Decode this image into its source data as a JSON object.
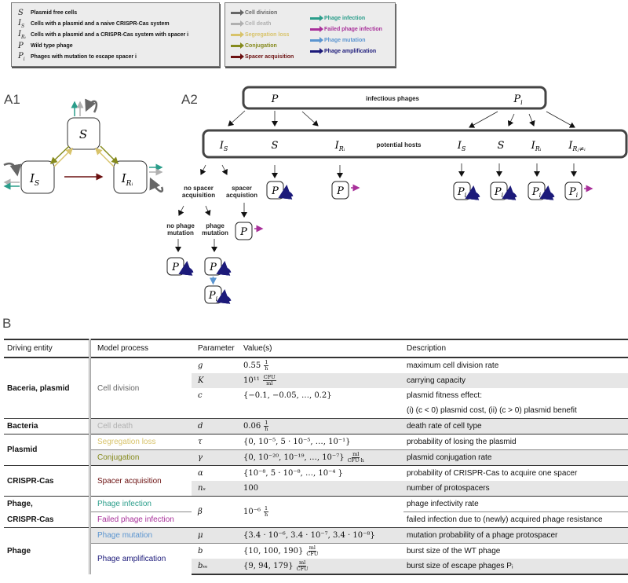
{
  "legend_symbols": [
    {
      "symbol": "S",
      "sub": "",
      "label": "Plasmid free cells"
    },
    {
      "symbol": "I",
      "sub": "S",
      "label": "Cells with a plasmid and a naive CRISPR-Cas system"
    },
    {
      "symbol": "I",
      "sub": "Rᵢ",
      "label": "Cells with a plasmid and a CRISPR-Cas system with spacer i"
    },
    {
      "symbol": "P",
      "sub": "",
      "label": "Wild type phage"
    },
    {
      "symbol": "P",
      "sub": "i",
      "label": "Phages with mutation to escape spacer i"
    }
  ],
  "legend_arrows": [
    {
      "label": "Cell division",
      "color": "#666666"
    },
    {
      "label": "Cell death",
      "color": "#b0b0b0"
    },
    {
      "label": "Segregation loss",
      "color": "#d8c36a"
    },
    {
      "label": "Conjugation",
      "color": "#858a1c"
    },
    {
      "label": "Spacer acquisition",
      "color": "#6b1010"
    },
    {
      "label": "Phage infection",
      "color": "#2a9d8a"
    },
    {
      "label": "Failed phage infection",
      "color": "#a8309a"
    },
    {
      "label": "Phage mutation",
      "color": "#5b95d0"
    },
    {
      "label": "Phage amplification",
      "color": "#1c1a7a"
    }
  ],
  "panels": {
    "a1": "A1",
    "a2": "A2",
    "b": "B"
  },
  "a1": {
    "s": "S",
    "is": "I",
    "is_sub": "S",
    "ir": "I",
    "ir_sub": "Rᵢ"
  },
  "a2": {
    "phages_title": "infectious phages",
    "hosts_title": "potential hosts",
    "p": "P",
    "pi": "P",
    "pi_sub": "i",
    "hosts_left": [
      {
        "s": "I",
        "sub": "S"
      },
      {
        "s": "S",
        "sub": ""
      },
      {
        "s": "I",
        "sub": "Rᵢ"
      }
    ],
    "hosts_right": [
      {
        "s": "I",
        "sub": "S"
      },
      {
        "s": "S",
        "sub": ""
      },
      {
        "s": "I",
        "sub": "Rᵢ"
      },
      {
        "s": "I",
        "sub": "Rⱼ≠ᵢ"
      }
    ],
    "no_spacer": [
      "no spacer",
      "acquisition"
    ],
    "spacer": [
      "spacer",
      "acquistion"
    ],
    "no_mut": [
      "no phage",
      "mutation"
    ],
    "mut": [
      "phage",
      "mutation"
    ]
  },
  "table": {
    "headers": [
      "Driving entity",
      "Model process",
      "Parameter",
      "Value(s)",
      "Description"
    ],
    "entities": [
      "Baceria, plasmid",
      "Bacteria",
      "Plasmid",
      "CRISPR-Cas",
      "Phage,",
      "CRISPR-Cas",
      "Phage"
    ],
    "processes": [
      "Cell division",
      "Cell death",
      "Segregation loss",
      "Conjugation",
      "Spacer acquisition",
      "Phage infection",
      "Failed phage infection",
      "Phage mutation",
      "Phage amplification"
    ],
    "rows": [
      {
        "param": "g",
        "value": "0.55",
        "unit_n": "1",
        "unit_d": "h",
        "desc": "maximum cell division rate"
      },
      {
        "param": "K",
        "value": "10¹¹",
        "unit_n": "CFU",
        "unit_d": "ml",
        "desc": "carrying capacity"
      },
      {
        "param": "c",
        "value": "{−0.1, −0.05, …, 0.2}",
        "desc": "plasmid fitness effect:"
      },
      {
        "desc": "(i) (c < 0) plasmid cost, (ii) (c > 0) plasmid benefit"
      },
      {
        "param": "d",
        "value": "0.06",
        "unit_n": "1",
        "unit_d": "h",
        "desc": "death rate of cell type"
      },
      {
        "param": "τ",
        "value": "{0, 10⁻⁵, 5 · 10⁻⁵, …, 10⁻¹}",
        "desc": "probability of losing the plasmid"
      },
      {
        "param": "γ",
        "value": "{0, 10⁻²⁰, 10⁻¹⁹, …, 10⁻⁷}",
        "unit_n": "ml",
        "unit_d": "CFU·h",
        "desc": "plasmid conjugation rate"
      },
      {
        "param": "α",
        "value": "{10⁻⁸, 5 · 10⁻⁸, …, 10⁻⁴ }",
        "desc": "probability of CRISPR-Cas to acquire one spacer"
      },
      {
        "param": "nₛ",
        "value": "100",
        "desc": "number of protospacers"
      },
      {
        "param": "β",
        "value": "10⁻⁶",
        "unit_n": "1",
        "unit_d": "h",
        "desc": "phage infectivity rate"
      },
      {
        "desc": "failed infection due to (newly) acquired phage resistance"
      },
      {
        "param": "μ",
        "value": "{3.4 · 10⁻⁶, 3.4 · 10⁻⁷, 3.4 · 10⁻⁸}",
        "desc": "mutation probability of a phage protospacer"
      },
      {
        "param": "b",
        "value": "{10, 100, 190}",
        "unit_n": "ml",
        "unit_d": "CFU",
        "desc": "burst size of the WT phage"
      },
      {
        "param": "bₘ",
        "value": "{9, 94, 179}",
        "unit_n": "ml",
        "unit_d": "CFU",
        "desc": "burst size of escape phages Pᵢ"
      }
    ]
  }
}
